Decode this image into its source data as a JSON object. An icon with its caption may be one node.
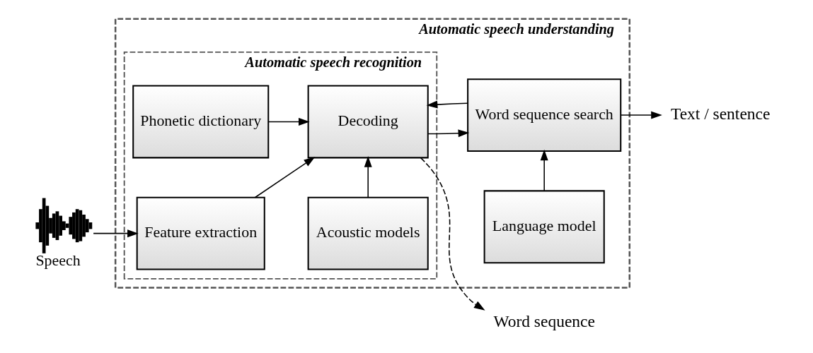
{
  "diagram": {
    "nodes": [
      {
        "text": [
          "Automatic speech understanding"
        ]
      },
      {
        "text": [
          "Automatic speech recognition"
        ],
        "in": 0
      },
      {
        "text": [
          "Phonetic dictionary"
        ],
        "in": 1
      },
      {
        "text": [
          "Acoustic models"
        ],
        "in": 1
      },
      {
        "text": [
          "Language model"
        ],
        "in": 0
      },
      {
        "text": [],
        "shape": "picture",
        "beside": [
          "Speech"
        ]
      },
      {
        "text": [
          "Feature extraction"
        ],
        "in": 1
      },
      {
        "text": [
          "Decoding"
        ],
        "in": 1
      },
      {
        "text": [
          "Word sequence search"
        ],
        "in": 0
      },
      {
        "text": [
          "Text / sentence"
        ]
      },
      {
        "text": [
          "Word sequence"
        ]
      }
    ],
    "edges": [
      {
        "from": 5,
        "to": 6,
        "arrow": "to"
      },
      {
        "from": 6,
        "to": 7,
        "arrow": "to"
      },
      {
        "from": 2,
        "to": 7,
        "arrow": "to"
      },
      {
        "from": 3,
        "to": 7,
        "arrow": "to"
      },
      {
        "from": 7,
        "to": 8,
        "arrow": "to"
      },
      {
        "from": 8,
        "to": 7,
        "arrow": "to"
      },
      {
        "from": 4,
        "to": 8,
        "arrow": "to"
      },
      {
        "from": 8,
        "to": 9,
        "arrow": "to"
      },
      {
        "from": 7,
        "to": 10,
        "arrow": "to",
        "style": "dashed"
      }
    ]
  }
}
